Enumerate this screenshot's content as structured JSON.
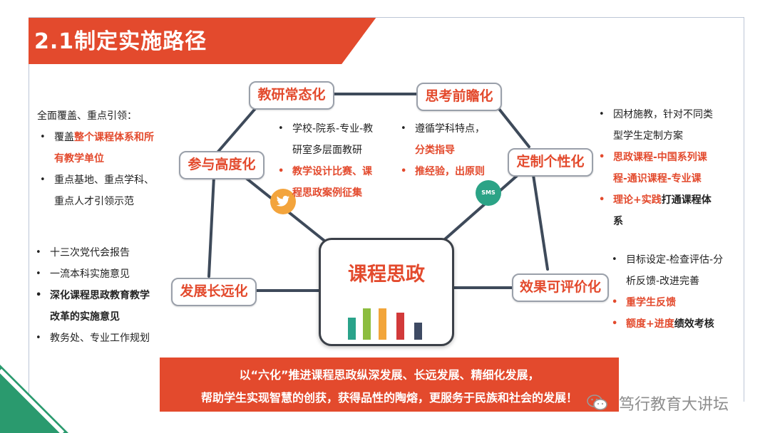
{
  "title": "2.1制定实施路径",
  "center": {
    "label": "课程思政",
    "bar_colors": [
      "#2aa38a",
      "#8cbd3f",
      "#f2a53a",
      "#d23a3a",
      "#3e4a63"
    ],
    "bar_levels": [
      0.62,
      0.88,
      0.88,
      0.75,
      0.48
    ]
  },
  "nodes": {
    "jiaoyan": "教研常态化",
    "sikao": "思考前瞻化",
    "canyu": "参与高度化",
    "dingzhi": "定制个性化",
    "fazhan": "发展长远化",
    "xiaoguo": "效果可评价化"
  },
  "badges": {
    "twitter_icon": "twitter-bird-icon",
    "sms_label": "SMS"
  },
  "left_top": {
    "heading": "全面覆盖、重点引领：",
    "item1_a": "覆盖",
    "item1_b": "整个课程体系和所",
    "item1_c": "有教学单位",
    "item2_a": "重点基地、重点学科、",
    "item2_b": "重点人才引领示范"
  },
  "left_bottom": {
    "item1": "十三次党代会报告",
    "item2": "一流本科实施意见",
    "item3_a": "深化课程思政教育教学",
    "item3_b": "改革的实施意见",
    "item4": "教务处、专业工作规划"
  },
  "mid_left": {
    "item1_a": "学校-院系-专业-教",
    "item1_b": "研室多层面教研",
    "item2_a": "教学设计比赛、课",
    "item2_b": "程思政案例征集"
  },
  "mid_right": {
    "item1": "遵循学科特点，",
    "item2": "分类指导",
    "item3": "推经验，出原则"
  },
  "right_top": {
    "item1_a": "因材施教，针对不同类",
    "item1_b": "型学生定制方案",
    "item2_a": "思政课程-中国系列课",
    "item2_b": "程-通识课程-专业课",
    "item3_a": "理论+实践",
    "item3_b": "打通课程体",
    "item3_c": "系"
  },
  "right_bottom": {
    "item1_a": "目标设定-检查评估-分",
    "item1_b": "析反馈-改进完善",
    "item2": "重学生反馈",
    "item3_a": "额度+进度",
    "item3_b": "绩效考核"
  },
  "bottom_banner": {
    "line1": "以“六化”推进课程思政纵深发展、长远发展、精细化发展，",
    "line2": "帮助学生实现智慧的创获，获得品性的陶熔，更服务于民族和社会的发展！"
  },
  "watermark": "笃行教育大讲坛",
  "colors": {
    "accent": "#e34a2d",
    "line": "#3e4a5a",
    "corner_green": "#2a9a6e"
  }
}
